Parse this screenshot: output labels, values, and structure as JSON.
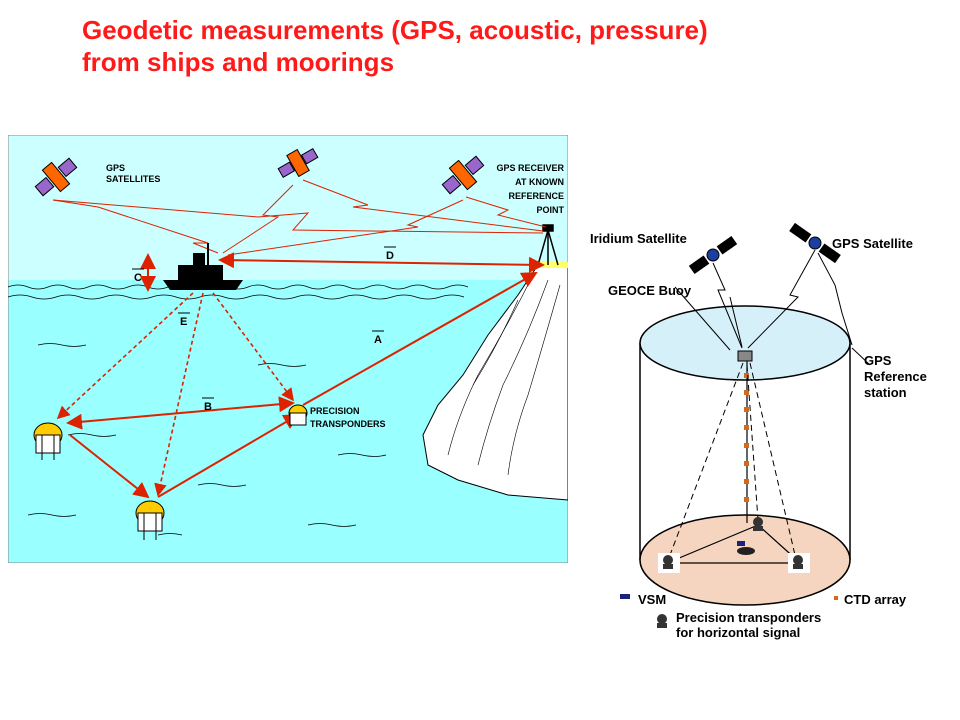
{
  "slide": {
    "title_line1": "Geodetic measurements (GPS, acoustic,  pressure)",
    "title_line2": "from ships and moorings",
    "title_color": "#ff1a1a"
  },
  "left_diagram": {
    "label_gps_satellites_1": "GPS",
    "label_gps_satellites_2": "SATELLITES",
    "label_receiver_1": "GPS RECEIVER",
    "label_receiver_2": "AT KNOWN",
    "label_receiver_3": "REFERENCE",
    "label_receiver_4": "POINT",
    "label_precision_1": "PRECISION",
    "label_precision_2": "TRANSPONDERS",
    "vector_a": "A",
    "vector_b": "B",
    "vector_c": "C",
    "vector_d": "D",
    "vector_e": "E",
    "colors": {
      "sky": "#ccffff",
      "sea": "#99ffff",
      "vector": "#dd2200",
      "cliff": "#ffffff"
    }
  },
  "right_diagram": {
    "label_iridium": "Iridium Satellite",
    "label_gps": "GPS Satellite",
    "label_buoy": "GEOCE Buoy",
    "label_ref_1": "GPS",
    "label_ref_2": "Reference",
    "label_ref_3": "station",
    "legend_vsm": "VSM",
    "legend_ctd": "CTD array",
    "legend_transponders_1": "Precision transponders",
    "legend_transponders_2": "for horizontal signal",
    "colors": {
      "top_disc": "#d6f0fa",
      "bottom_disc": "#f5d5c0",
      "ctd": "#d2691e",
      "vsm": "#1a237e"
    }
  }
}
